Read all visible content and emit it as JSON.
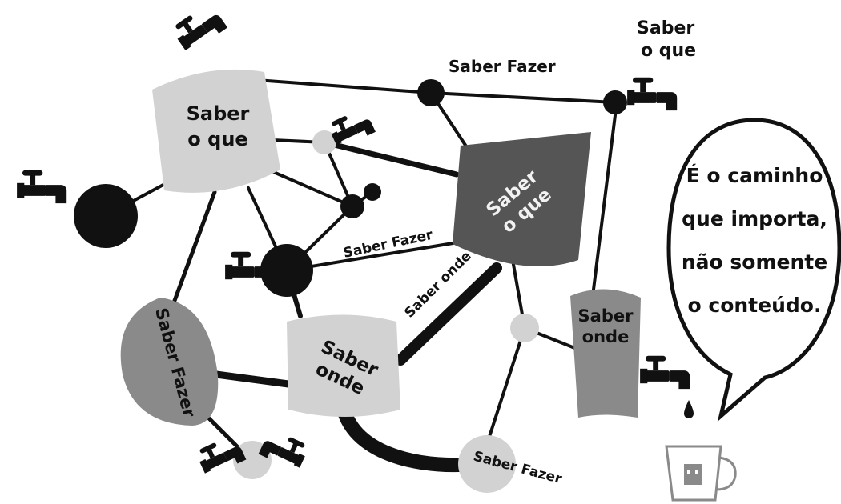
{
  "labels": {
    "saber_fazer_top": "Saber Fazer",
    "saber_oque_corner_1": "Saber",
    "saber_oque_corner_2": "o que",
    "box_topleft_1": "Saber",
    "box_topleft_2": "o que",
    "box_center_1": "Saber",
    "box_center_2": "o que",
    "saber_fazer_mid": "Saber Fazer",
    "saber_onde_diag": "Saber onde",
    "box_onde_center_1": "Saber",
    "box_onde_center_2": "onde",
    "box_onde_right_1": "Saber",
    "box_onde_right_2": "onde",
    "blob_fazer": "Saber Fazer",
    "circle_fazer": "Saber Fazer"
  },
  "speech_bubble": {
    "lines": [
      "É o caminho",
      "que importa,",
      "não somente",
      "o conteúdo."
    ]
  },
  "colors": {
    "black": "#111111",
    "light_gray": "#d2d2d2",
    "mid_gray": "#8a8a8a",
    "dark_gray": "#555555"
  }
}
